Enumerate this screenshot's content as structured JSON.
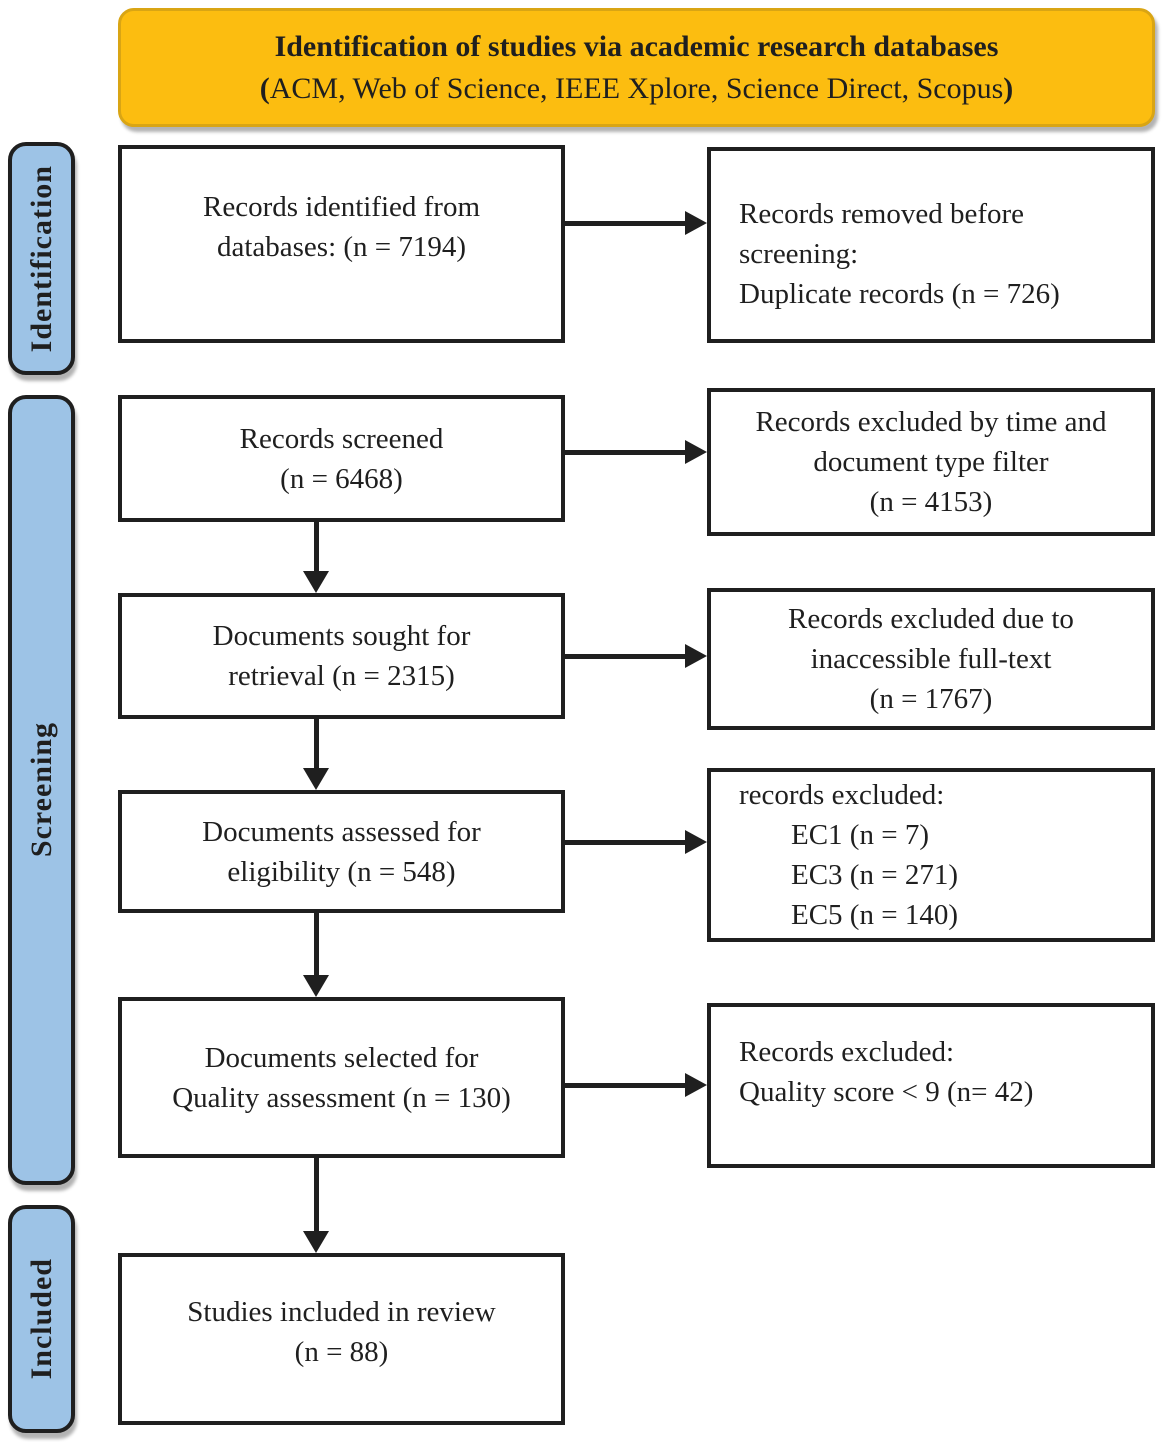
{
  "header": {
    "title": "Identification of studies via academic research databases",
    "subtitle_open": "(",
    "subtitle_body": "ACM, Web of Science, IEEE Xplore, Science Direct, Scopus",
    "subtitle_close": ")"
  },
  "sidebar": {
    "identification": "Identification",
    "screening": "Screening",
    "included": "Included"
  },
  "boxes": {
    "records_identified": {
      "lines": [
        "Records identified from",
        "databases: (n = 7194)"
      ]
    },
    "records_removed": {
      "lines": [
        "Records removed before",
        "screening:",
        "Duplicate records (n = 726)"
      ]
    },
    "records_screened": {
      "lines": [
        "Records screened",
        "(n = 6468)"
      ]
    },
    "excluded_filter": {
      "lines": [
        "Records excluded by time and",
        "document type filter",
        "(n = 4153)"
      ]
    },
    "documents_sought": {
      "lines": [
        "Documents sought for",
        "retrieval (n = 2315)"
      ]
    },
    "excluded_fulltext": {
      "lines": [
        "Records excluded due to",
        "inaccessible full-text",
        "(n = 1767)"
      ]
    },
    "documents_assessed": {
      "lines": [
        "Documents assessed for",
        "eligibility (n = 548)"
      ]
    },
    "excluded_criteria": {
      "lines": [
        "records excluded:",
        "EC1 (n = 7)",
        "EC3 (n = 271)",
        "EC5 (n = 140)"
      ]
    },
    "documents_selected": {
      "lines": [
        "Documents selected for",
        "Quality assessment (n = 130)"
      ]
    },
    "excluded_quality": {
      "lines": [
        "Records excluded:",
        "Quality score < 9 (n= 42)"
      ]
    },
    "studies_included": {
      "lines": [
        "Studies included in review",
        "(n = 88)"
      ]
    }
  },
  "colors": {
    "header_bg": "#FCBD10",
    "header_border": "#D9A514",
    "sidebar_bg": "#9DC3E6",
    "box_border": "#1F1F1F",
    "text": "#1F1F1F"
  }
}
